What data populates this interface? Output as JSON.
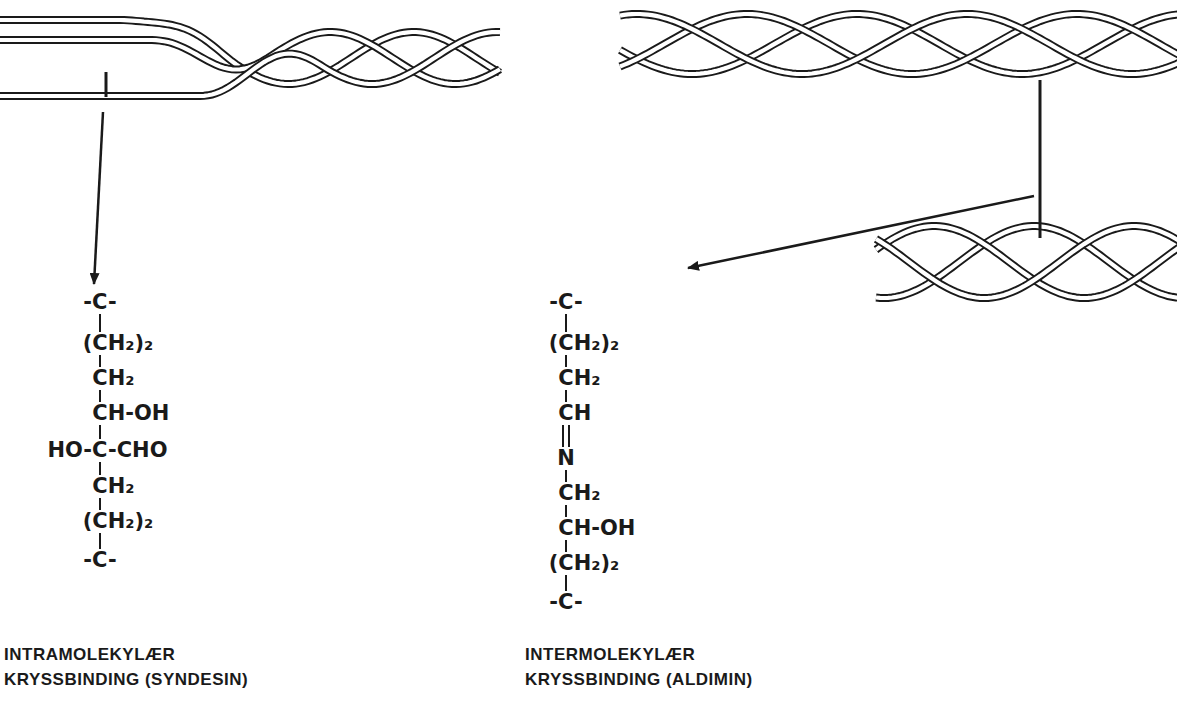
{
  "diagram": {
    "labels": [
      "-C-",
      "(CH₂)₂",
      "CH₂",
      "CH-OH",
      "HO-C-CHO",
      "CH₂",
      "(CH₂)₂",
      "-C-",
      "-C-",
      "(CH₂)₂",
      "CH₂",
      "CH",
      "N",
      "CH₂",
      "CH-OH",
      "(CH₂)₂",
      "-C-",
      "INTRAMOLEKYLÆR KRYSSBINDING (SYNDESIN)",
      "INTERMOLEKYLÆR KRYSSBINDING (ALDIMIN)"
    ]
  }
}
